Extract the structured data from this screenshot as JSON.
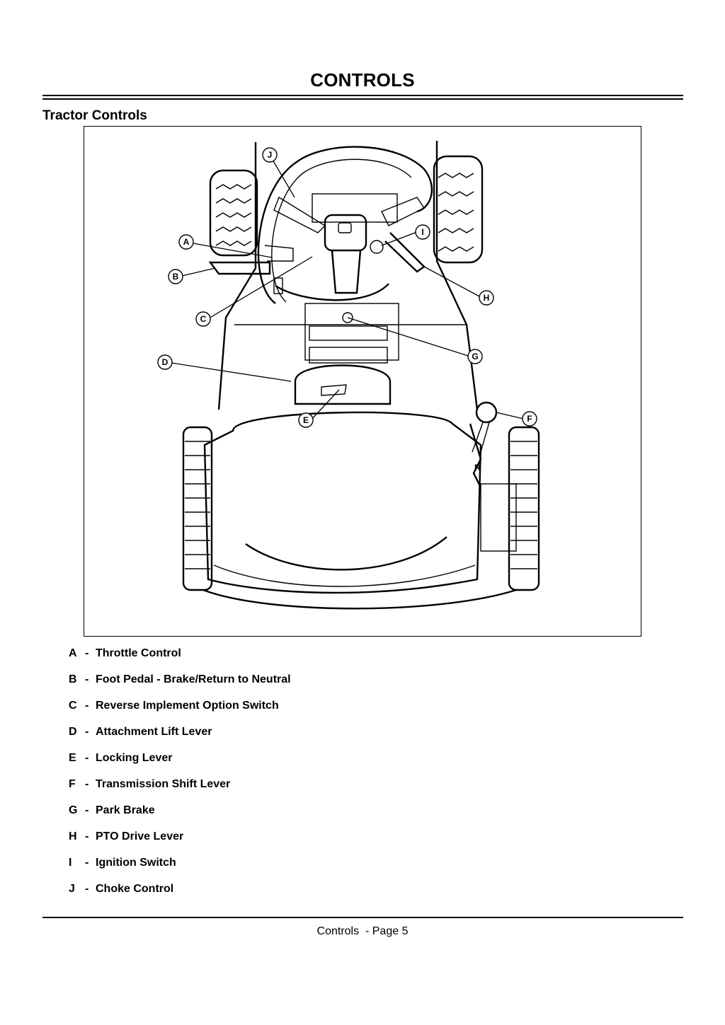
{
  "document": {
    "title": "CONTROLS",
    "section_heading": "Tractor Controls",
    "footer": "Controls  - Page 5"
  },
  "figure": {
    "gear_label": "R",
    "callouts": [
      "A",
      "B",
      "C",
      "D",
      "E",
      "F",
      "G",
      "H",
      "I",
      "J"
    ]
  },
  "legend": [
    {
      "key": "A",
      "dash": "-",
      "label": "Throttle Control"
    },
    {
      "key": "B",
      "dash": "-",
      "label": "Foot Pedal - Brake/Return to Neutral"
    },
    {
      "key": "C",
      "dash": "-",
      "label": "Reverse Implement Option Switch"
    },
    {
      "key": "D",
      "dash": "-",
      "label": "Attachment Lift Lever"
    },
    {
      "key": "E",
      "dash": "-",
      "label": "Locking Lever"
    },
    {
      "key": "F",
      "dash": "-",
      "label": "Transmission Shift Lever"
    },
    {
      "key": "G",
      "dash": "-",
      "label": "Park Brake"
    },
    {
      "key": "H",
      "dash": "-",
      "label": "PTO Drive Lever"
    },
    {
      "key": "I",
      "dash": "-",
      "label": "Ignition Switch"
    },
    {
      "key": "J",
      "dash": "-",
      "label": "Choke Control"
    }
  ]
}
